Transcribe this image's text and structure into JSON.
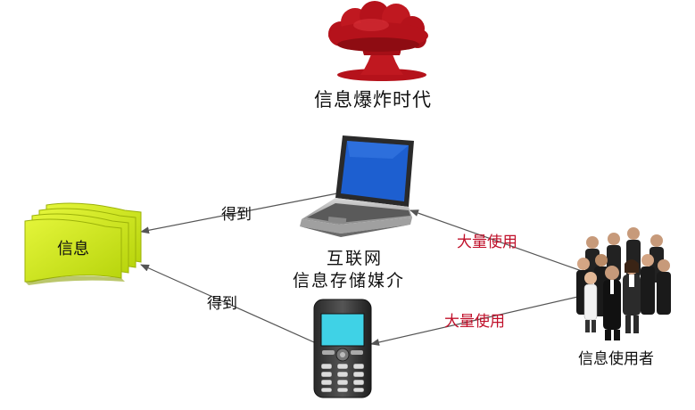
{
  "title": "信息爆炸时代",
  "nodes": {
    "info": "信息",
    "internet_line1": "互联网",
    "internet_line2": "信息存储媒介",
    "users": "信息使用者"
  },
  "edges": {
    "laptop_to_info": "得到",
    "phone_to_info": "得到",
    "users_to_laptop": "大量使用",
    "users_to_phone": "大量使用"
  },
  "icons": {
    "explosion": "mushroom-cloud-icon",
    "laptop": "laptop-icon",
    "phone": "mobile-phone-icon",
    "papers": "document-stack-icon",
    "people": "people-group-icon"
  },
  "colors": {
    "explosion": "#b5121b",
    "papers": "#c8e619",
    "screen": "#1d5fd0",
    "phone_screen": "#3fd2e6",
    "edge_red_label": "#c0102a",
    "arrow": "#555555"
  }
}
